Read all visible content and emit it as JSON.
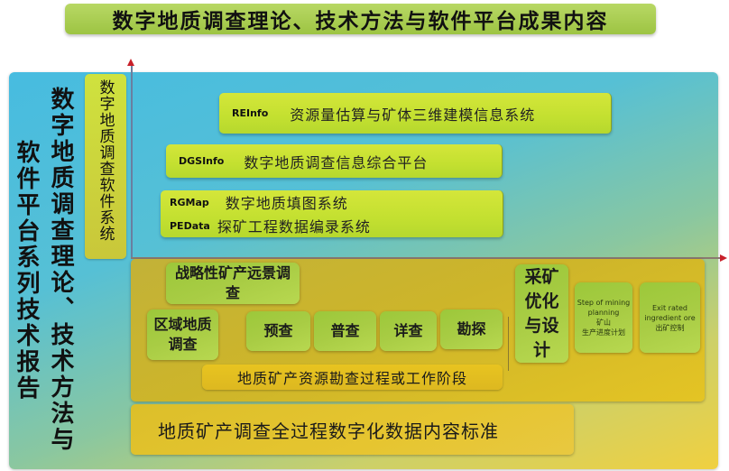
{
  "title": "数字地质调查理论、技术方法与软件平台成果内容",
  "left_columns": {
    "col1": "数字地质调查理论、技术方法与",
    "col2": "软件平台系列技术报告"
  },
  "software_system_label": "数字地质调查软件系统",
  "systems": [
    {
      "code": "REInfo",
      "name": "资源量估算与矿体三维建模信息系统"
    },
    {
      "code": "DGSInfo",
      "name": "数字地质调查信息综合平台"
    },
    {
      "code": "RGMap",
      "name": "数字地质填图系统"
    },
    {
      "code": "PEData",
      "name": "探矿工程数据编录系统"
    }
  ],
  "survey_stages": {
    "strategic": "战略性矿产远景调查",
    "regional": "区域地质调查",
    "stages": [
      "预查",
      "普查",
      "详查",
      "勘探"
    ],
    "stage_bar": "地质矿产资源勘查过程或工作阶段"
  },
  "mining": {
    "optimization": "采矿优化与设计",
    "step_planning": {
      "en": "Step of mining planning",
      "zh_1": "矿山",
      "zh_2": "生产进度计划"
    },
    "exit_ore": {
      "en": "Exit rated ingredient ore",
      "zh": "出矿控制"
    }
  },
  "standard": "地质矿产调查全过程数字化数据内容标准",
  "colors": {
    "title_green": "#a6cc4c",
    "panel_blue": "#47bce0",
    "system_bar_green": "#c8e030",
    "gold_panel": "#cdb52a",
    "stage_green": "#a8cc44",
    "axis_arrow_red": "#c8202a"
  }
}
